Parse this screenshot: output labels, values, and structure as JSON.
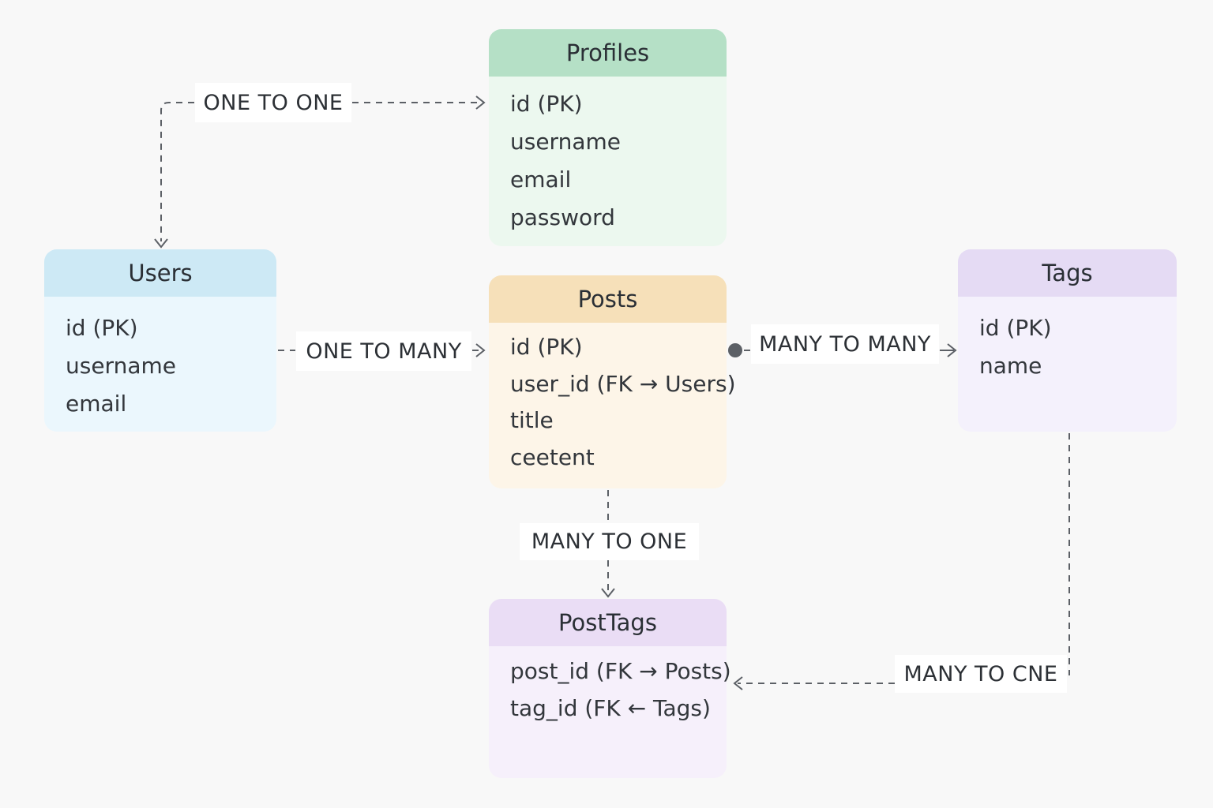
{
  "entities": {
    "users": {
      "title": "Users",
      "fields": [
        "id (PK)",
        "username",
        "email"
      ]
    },
    "profiles": {
      "title": "Profiles",
      "fields": [
        "id (PK)",
        "username",
        "email",
        "password"
      ]
    },
    "posts": {
      "title": "Posts",
      "fields": [
        "id (PK)",
        "user_id (FK → Users)",
        "title",
        "ceetent"
      ]
    },
    "tags": {
      "title": "Tags",
      "fields": [
        "id (PK)",
        "name"
      ]
    },
    "posttags": {
      "title": "PostTags",
      "fields": [
        "post_id (FK → Posts)",
        "tag_id (FK ← Tags)"
      ]
    }
  },
  "relationships": {
    "users_profiles": "ONE TO ONE",
    "users_posts": "ONE TO MANY",
    "posts_tags": "MANY TO MANY",
    "posts_posttags": "MANY TO ONE",
    "tags_posttags": "MANY TO CNE"
  },
  "colors": {
    "users_header": "#cde9f5",
    "profiles_header": "#b5e0c6",
    "posts_header": "#f6e0b9",
    "tags_header": "#e5dbf4",
    "posttags_header": "#eaddf5",
    "connector": "#5c6066"
  }
}
